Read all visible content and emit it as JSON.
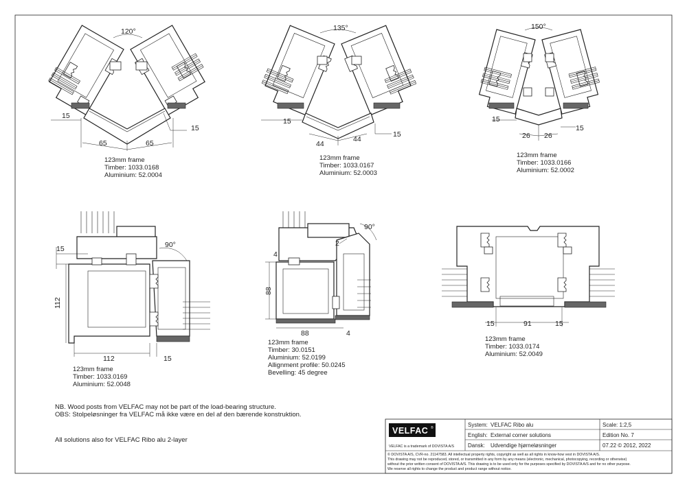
{
  "details": [
    {
      "id": "d120",
      "angle": "120°",
      "dims": [
        "15",
        "15",
        "65",
        "65"
      ],
      "caption": [
        "123mm frame",
        "Timber: 1033.0168",
        "Aluminium: 52.0004"
      ]
    },
    {
      "id": "d135",
      "angle": "135°",
      "dims": [
        "15",
        "15",
        "44",
        "44"
      ],
      "caption": [
        "123mm frame",
        "Timber: 1033.0167",
        "Aluminium: 52.0003"
      ]
    },
    {
      "id": "d150",
      "angle": "150°",
      "dims": [
        "15",
        "15",
        "26",
        "26"
      ],
      "caption": [
        "123mm frame",
        "Timber: 1033.0166",
        "Aluminium: 52.0002"
      ]
    },
    {
      "id": "d90a",
      "angle": "90°",
      "dims": [
        "15",
        "112",
        "112",
        "15"
      ],
      "caption": [
        "123mm frame",
        "Timber: 1033.0169",
        "Aluminium: 52.0048"
      ]
    },
    {
      "id": "d90b",
      "angle": "90°",
      "dims": [
        "4",
        "88",
        "88",
        "4",
        "2"
      ],
      "caption": [
        "123mm frame",
        "Timber: 30.0151",
        "Aluminium: 52.0199",
        "Allignment profile: 50.0245",
        "Bevelling: 45 degree"
      ]
    },
    {
      "id": "dpost",
      "angle": "",
      "dims": [
        "15",
        "91",
        "15"
      ],
      "caption": [
        "123mm frame",
        "Timber: 1033.0174",
        "Aluminium: 52.0049"
      ]
    }
  ],
  "notes": {
    "nb": "NB. Wood posts from VELFAC may not be part of the load-bearing structure.",
    "obs": "OBS: Stolpeløsninger fra VELFAC må ikke være en del af den bærende konstruktion.",
    "all": "All solutions also for VELFAC Ribo alu 2-layer"
  },
  "title_block": {
    "logo": "VELFAC",
    "logo_mark": "®",
    "trademark": "VELFAC is a trademark of DOVISTA A/S",
    "system_label": "System:",
    "system_value": "VELFAC Ribo alu",
    "english_label": "English:",
    "english_value": "External corner solutions",
    "dansk_label": "Dansk:",
    "dansk_value": "Udvendige hjørneløsninger",
    "scale": "Scale: 1:2,5",
    "edition": "Edition No. 7",
    "date": "07.22 © 2012, 2022",
    "copyright": [
      "© DOVISTA A/S, CVR-no. 21147583. All intellectual property rights, copyright as well as all rights in know-how vest in DOVISTA A/S.",
      "This drawing may not be reproduced, stored, or transmitted in any form by any means (electronic, mechanical, photocopying, recording or otherwise)",
      "without the prior written consent of DOVISTA A/S. This drawing is to be used only for the purposes specified by DOVISTA A/S and for no other purpose.",
      "We reserve all rights to change the product and product range without notice."
    ]
  }
}
